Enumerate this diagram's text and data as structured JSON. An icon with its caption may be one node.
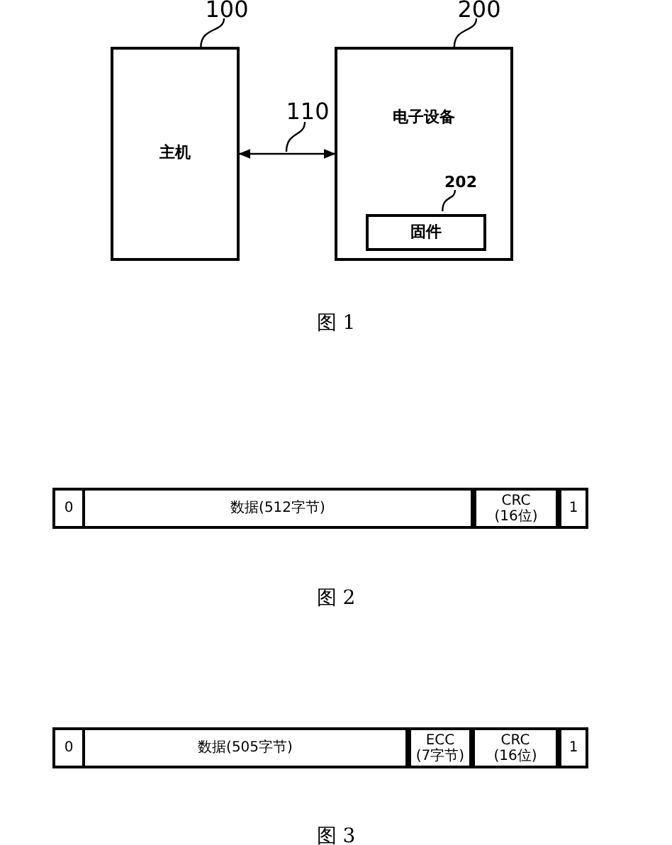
{
  "diagram": {
    "nodes": [
      {
        "text": [
          "主机"
        ]
      },
      {
        "text": [
          "电子设备"
        ]
      },
      {
        "text": [
          "固件"
        ],
        "in": 1
      },
      {
        "text": [
          "100"
        ]
      },
      {
        "text": [
          "200"
        ]
      },
      {
        "text": [
          "202"
        ],
        "in": 1
      },
      {
        "text": [
          "110"
        ]
      },
      {
        "text": [
          "0"
        ]
      },
      {
        "text": [
          "数据(512字节)"
        ]
      },
      {
        "text": [
          "CRC (16位)"
        ]
      },
      {
        "text": [
          "1"
        ]
      },
      {
        "text": [
          "0"
        ]
      },
      {
        "text": [
          "数据(505字节)"
        ]
      },
      {
        "text": [
          "ECC (7字节)"
        ]
      },
      {
        "text": [
          "CRC (16位)"
        ]
      },
      {
        "text": [
          "1"
        ]
      }
    ],
    "edges": [
      {
        "from": 0,
        "to": 1,
        "arrow": "both"
      },
      {
        "from": 3,
        "to": 0,
        "arrow": "none"
      },
      {
        "from": 4,
        "to": 1,
        "arrow": "none"
      },
      {
        "from": 5,
        "to": 2,
        "arrow": "none"
      },
      {
        "from": 6,
        "to": null,
        "arrow": "none"
      }
    ],
    "labels": [
      "图 1",
      "图 2",
      "图 3"
    ]
  }
}
